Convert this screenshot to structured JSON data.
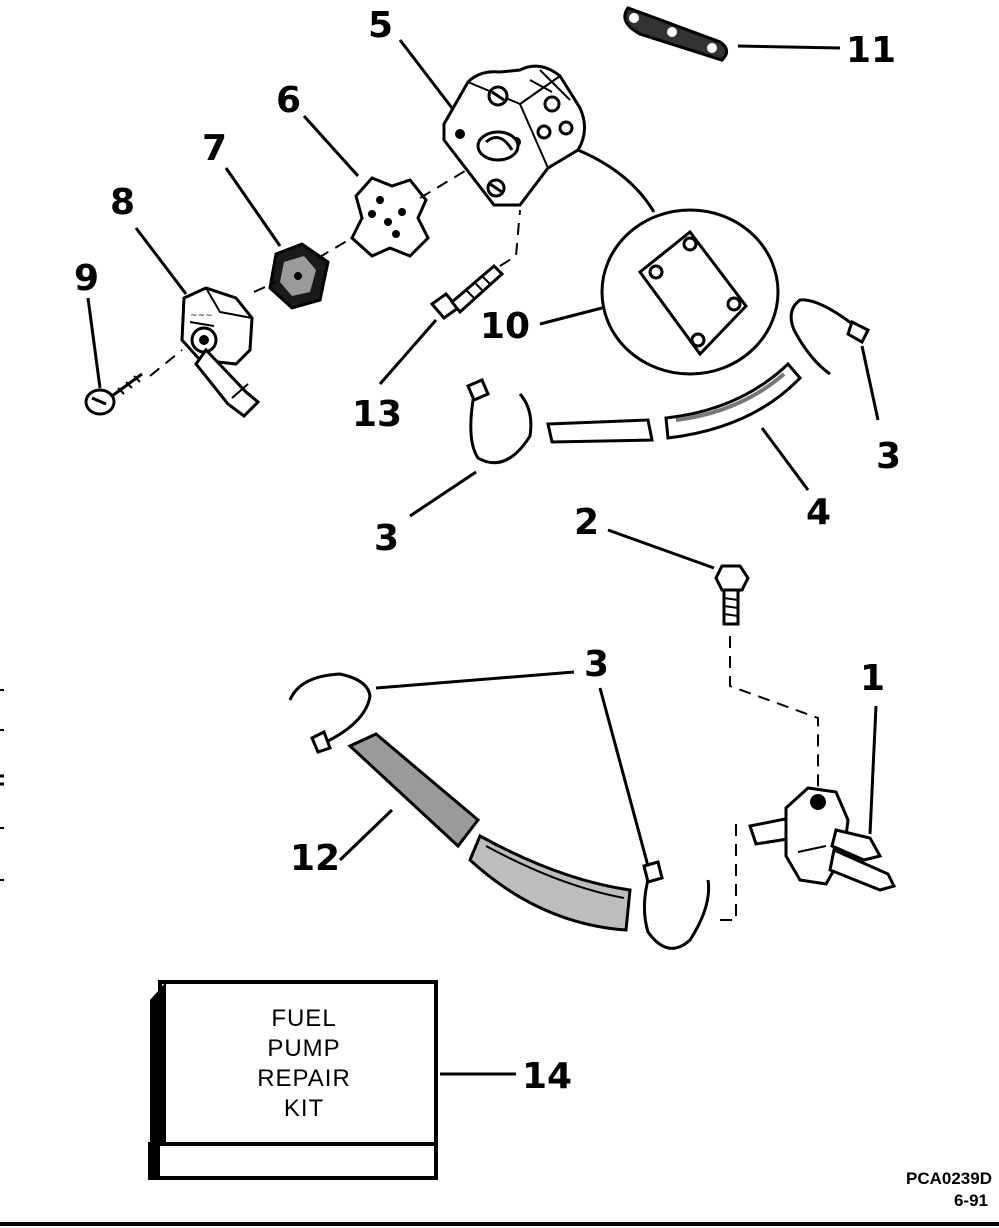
{
  "callouts": {
    "c1": "1",
    "c2": "2",
    "c3a": "3",
    "c3b": "3",
    "c3c": "3",
    "c4": "4",
    "c5": "5",
    "c6": "6",
    "c7": "7",
    "c8": "8",
    "c9": "9",
    "c10": "10",
    "c11": "11",
    "c12": "12",
    "c13": "13",
    "c14": "14"
  },
  "kit": {
    "line1": "FUEL",
    "line2": "PUMP",
    "line3": "REPAIR",
    "line4": "KIT"
  },
  "reference": {
    "code": "PCA0239D",
    "date": "6-91"
  },
  "colors": {
    "ink": "#000000",
    "paper": "#ffffff"
  }
}
